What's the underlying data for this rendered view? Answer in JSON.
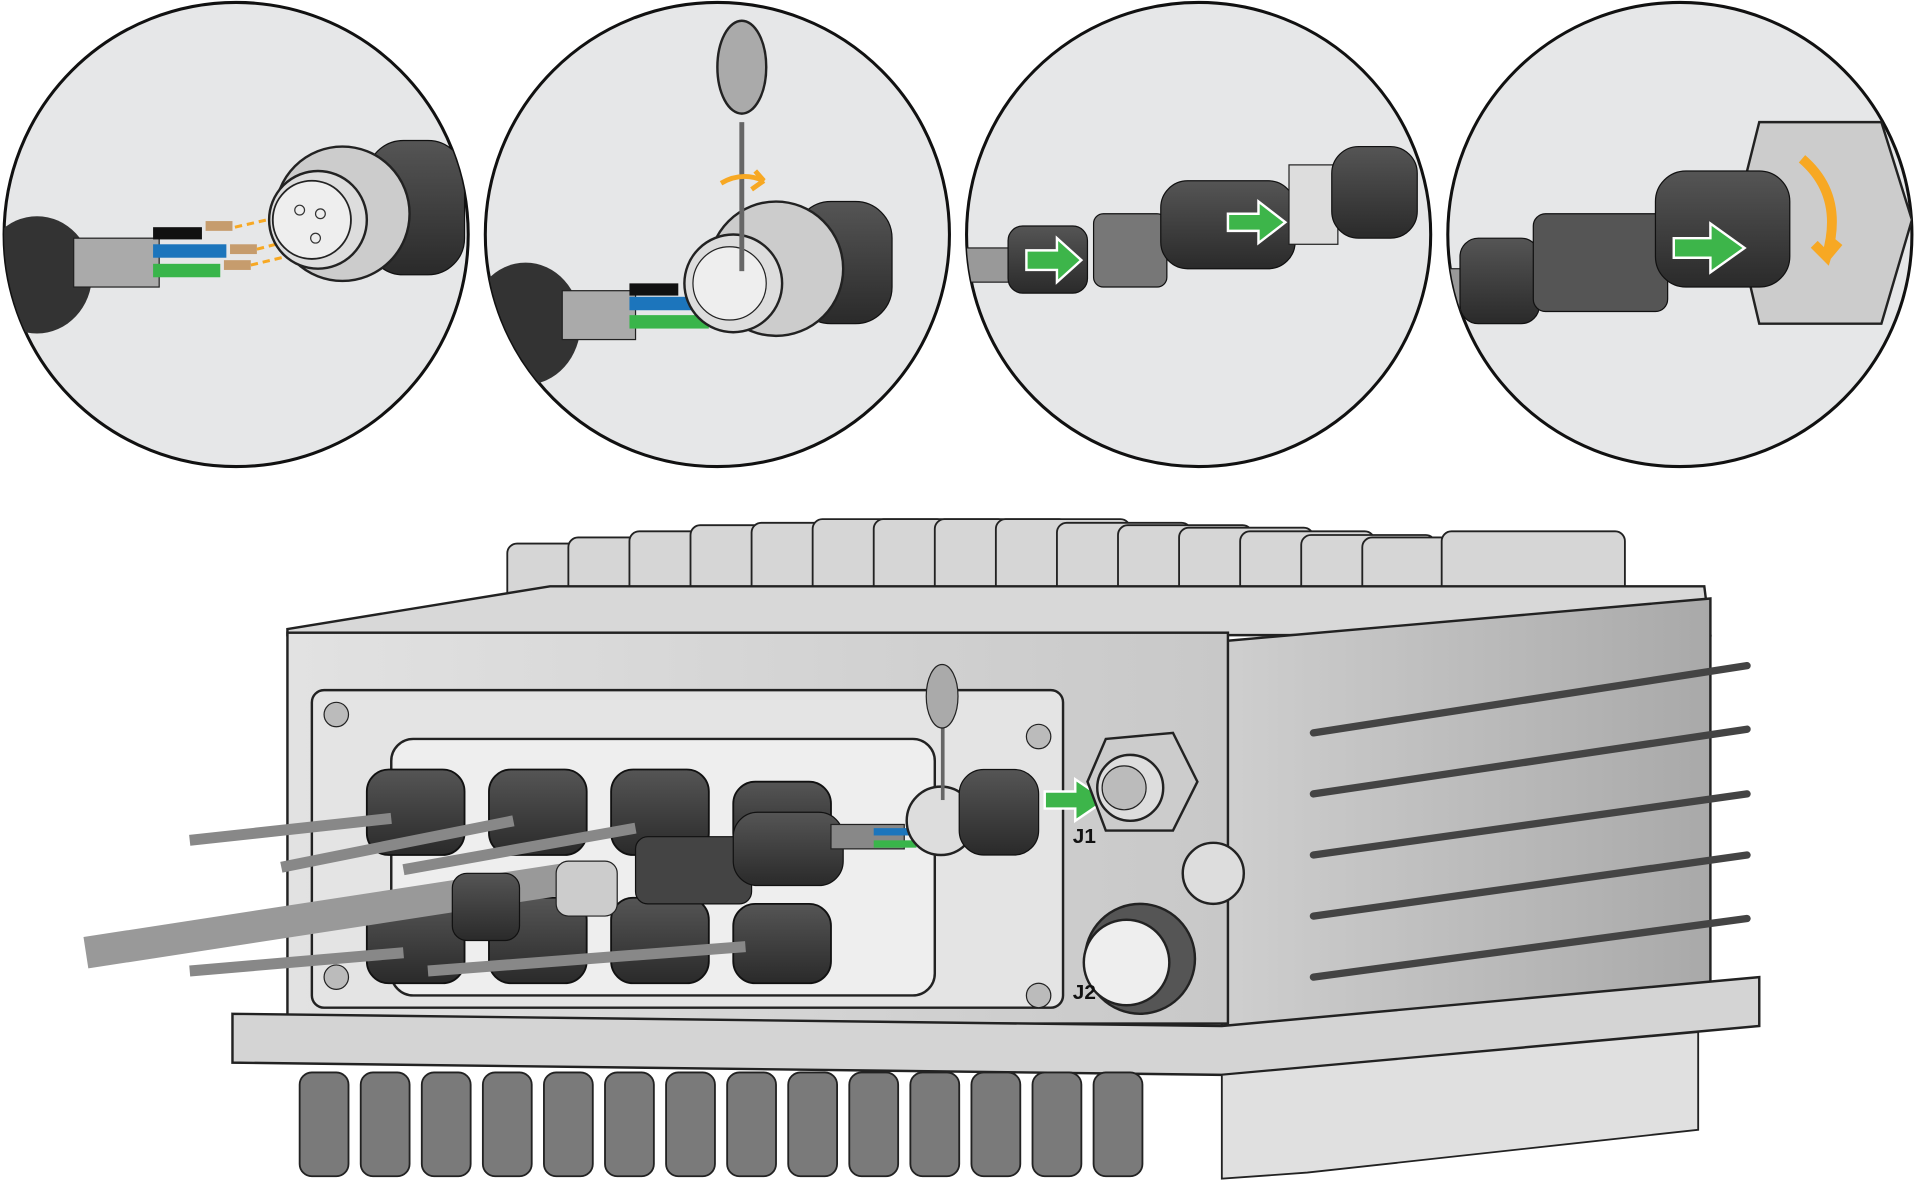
{
  "labels": {
    "j1": "J1",
    "j2": "J2"
  },
  "steps": [
    {
      "name": "insert-wires"
    },
    {
      "name": "tighten-screws"
    },
    {
      "name": "push-housing"
    },
    {
      "name": "connect-and-tighten"
    }
  ],
  "colors": {
    "background": "#e6e7e8",
    "arrow_green": "#3db54a",
    "arrow_orange": "#f7a823",
    "wire_blue": "#1c75bc",
    "wire_green": "#39b54a",
    "wire_brown": "#c69c6d",
    "wire_black": "#111111",
    "connector_dark": "#3a3a3a",
    "device_body": "#dcdcdc"
  }
}
